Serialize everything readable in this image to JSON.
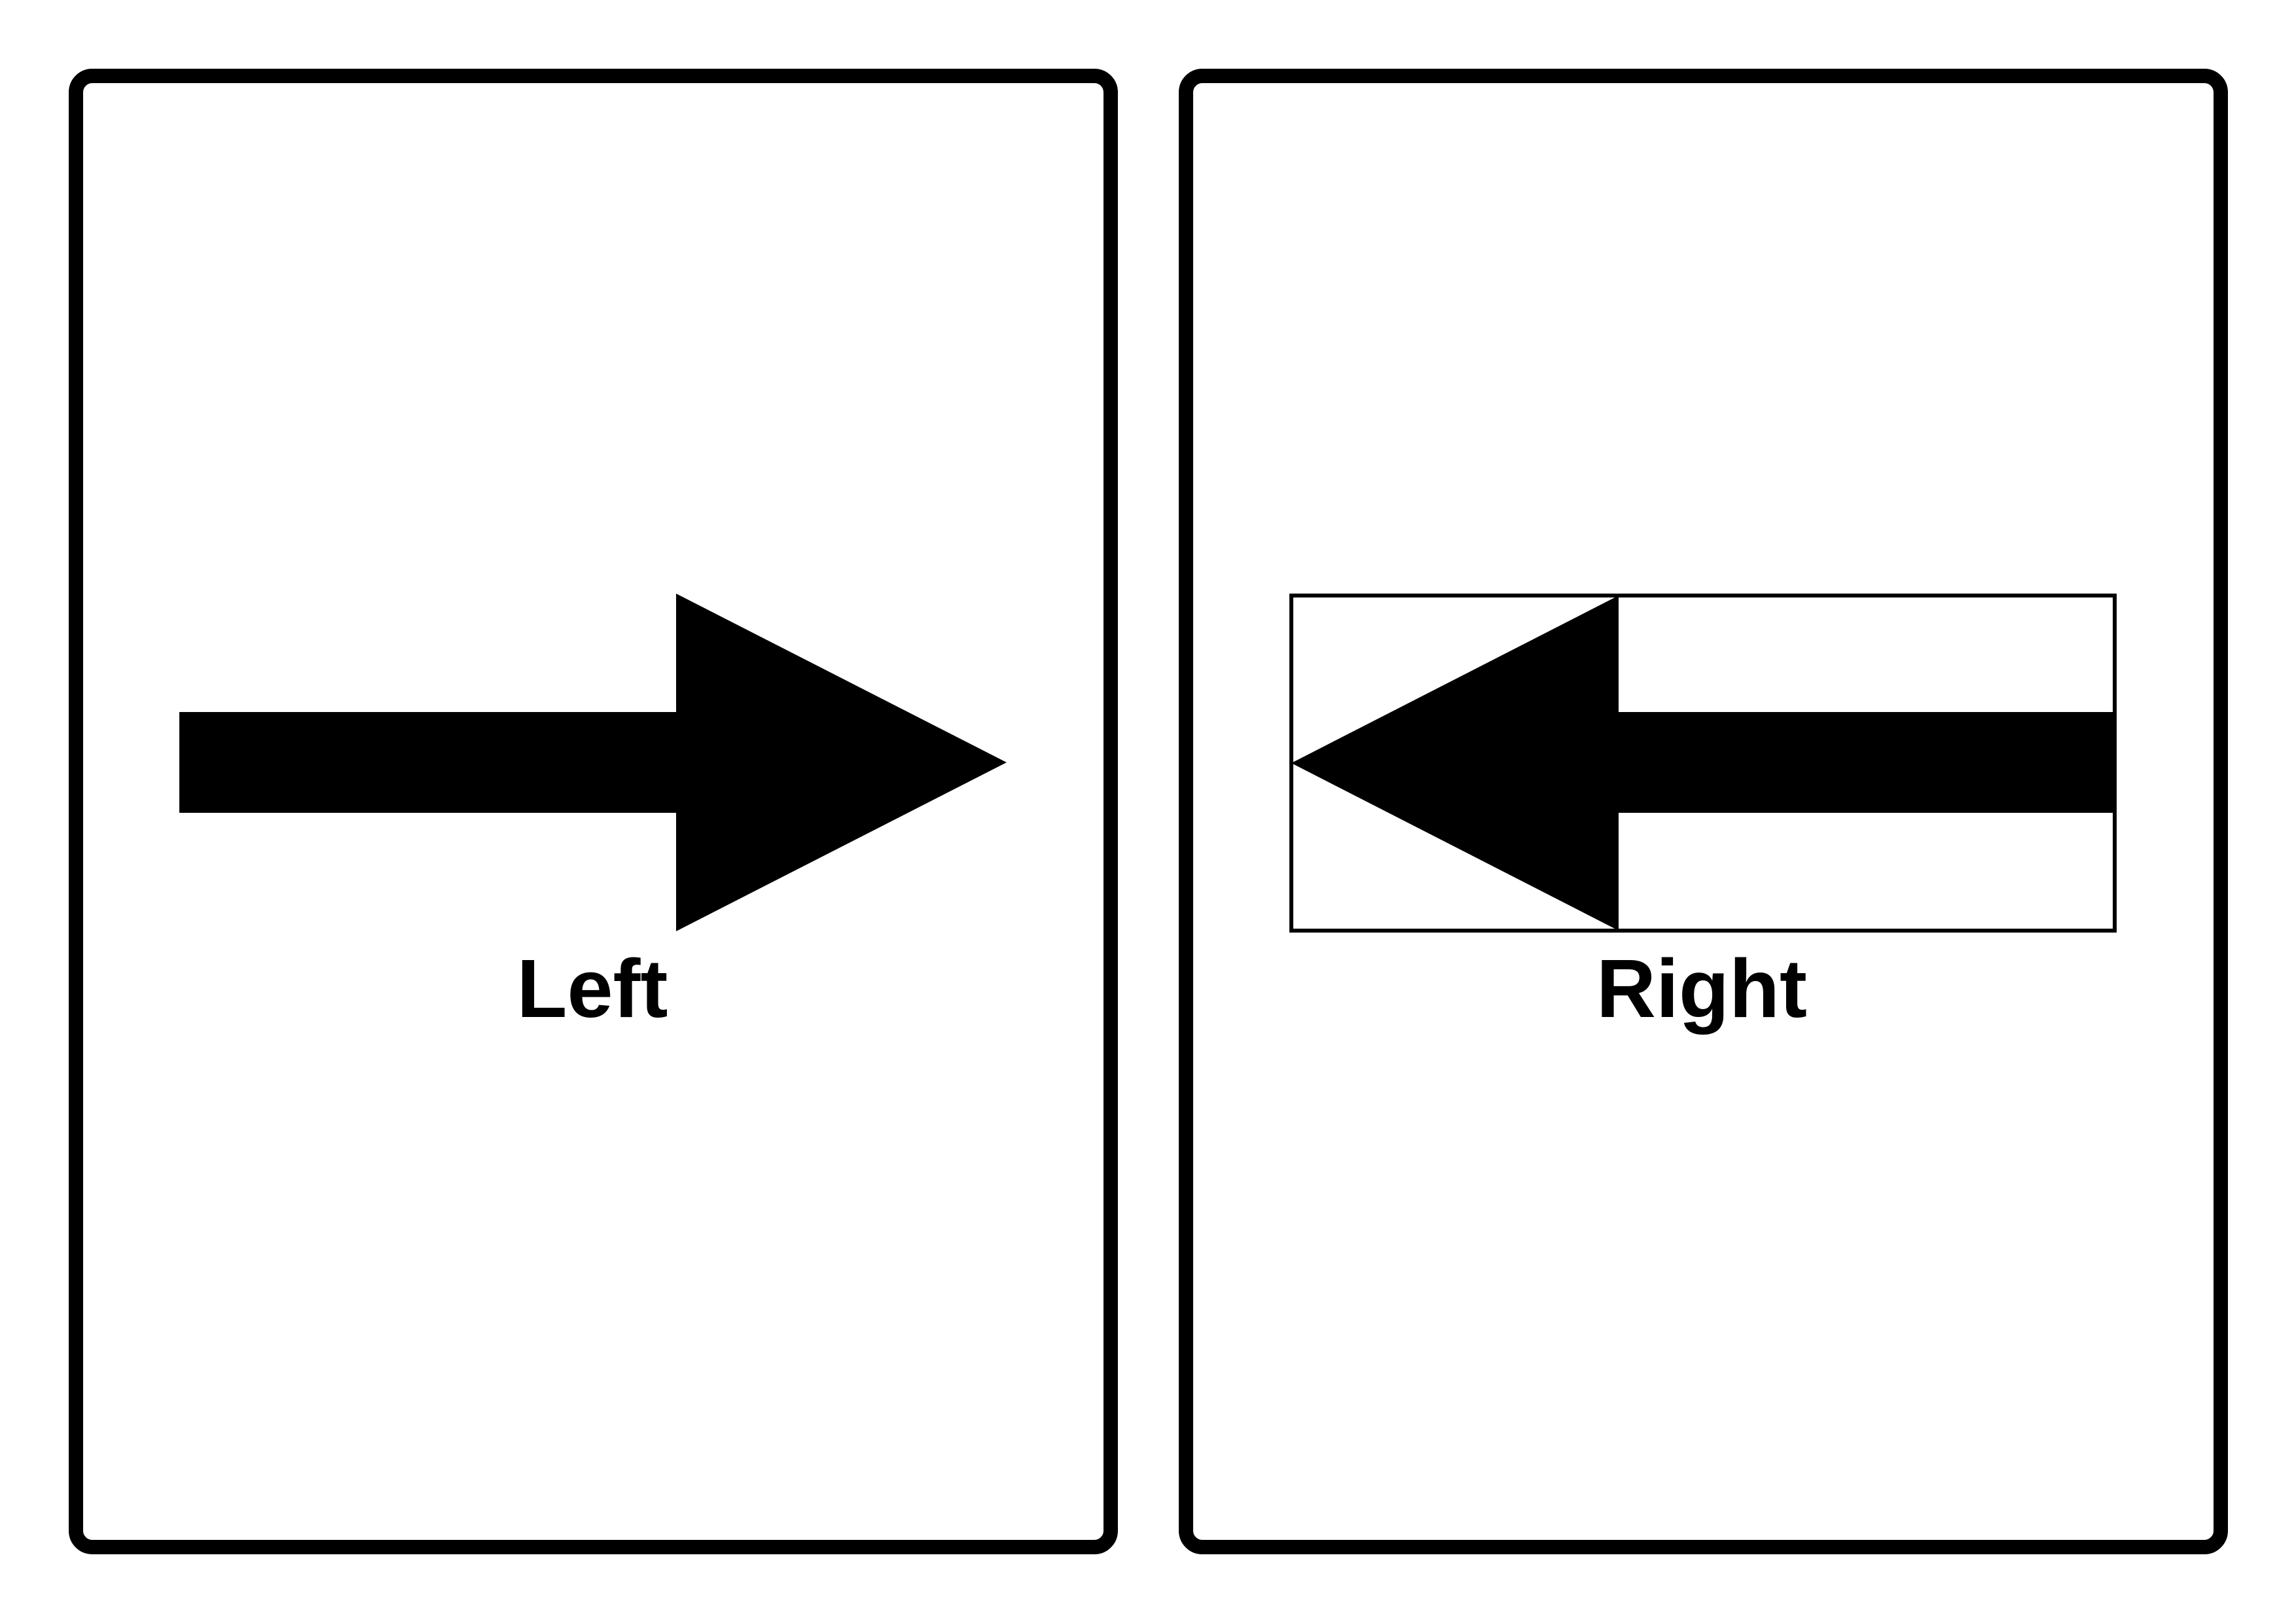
{
  "cards": {
    "left": {
      "label": "Left",
      "arrow_direction": "right",
      "arrow_icon": "arrow-right-icon"
    },
    "right": {
      "label": "Right",
      "arrow_direction": "left",
      "arrow_icon": "arrow-left-icon",
      "outlined_box": true
    }
  },
  "colors": {
    "foreground": "#000000",
    "background": "#ffffff"
  }
}
